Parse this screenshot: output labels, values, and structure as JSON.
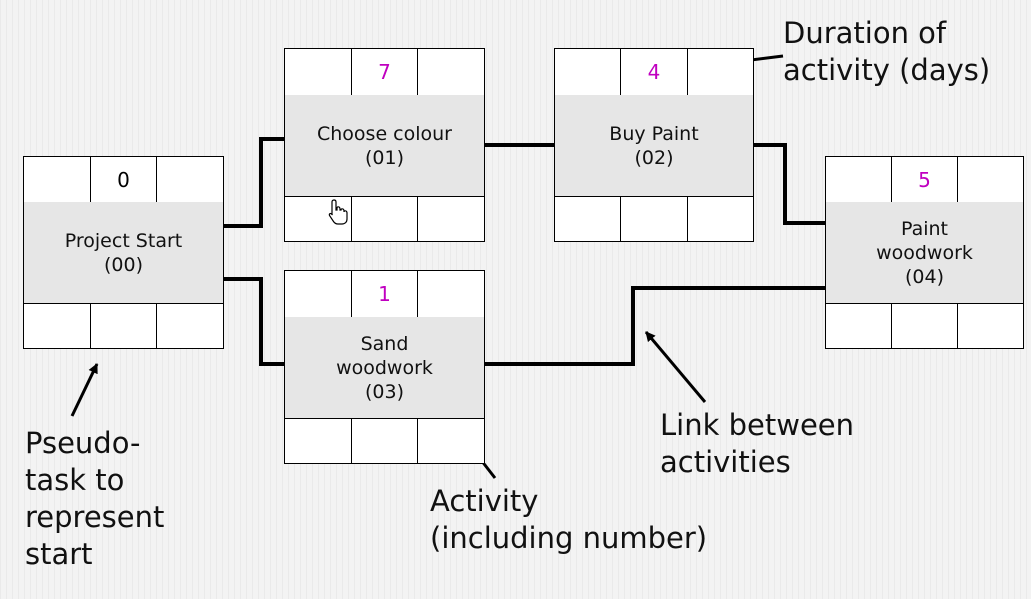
{
  "nodes": {
    "n00": {
      "duration": "0",
      "name_line1": "Project Start",
      "name_line2": "(00)"
    },
    "n01": {
      "duration": "7",
      "name_line1": "Choose colour",
      "name_line2": "(01)"
    },
    "n02": {
      "duration": "4",
      "name_line1": "Buy Paint",
      "name_line2": "(02)"
    },
    "n03": {
      "duration": "1",
      "name_line1": "Sand",
      "name_line2": "woodwork",
      "name_line3": "(03)"
    },
    "n04": {
      "duration": "5",
      "name_line1": "Paint",
      "name_line2": "woodwork",
      "name_line3": "(04)"
    }
  },
  "annotations": {
    "duration": {
      "line1": "Duration of",
      "line2": "activity (days)"
    },
    "pseudo": {
      "line1": "Pseudo-",
      "line2": "task to",
      "line3": "represent",
      "line4": "start"
    },
    "activity": {
      "line1": "Activity",
      "line2": "(including number)"
    },
    "link": {
      "line1": "Link between",
      "line2": "activities"
    }
  },
  "colors": {
    "duration_highlight": "#c000c0",
    "node_fill": "#e6e6e6",
    "line": "#000000"
  },
  "icons": {
    "cursor": "hand-pointer-icon"
  }
}
